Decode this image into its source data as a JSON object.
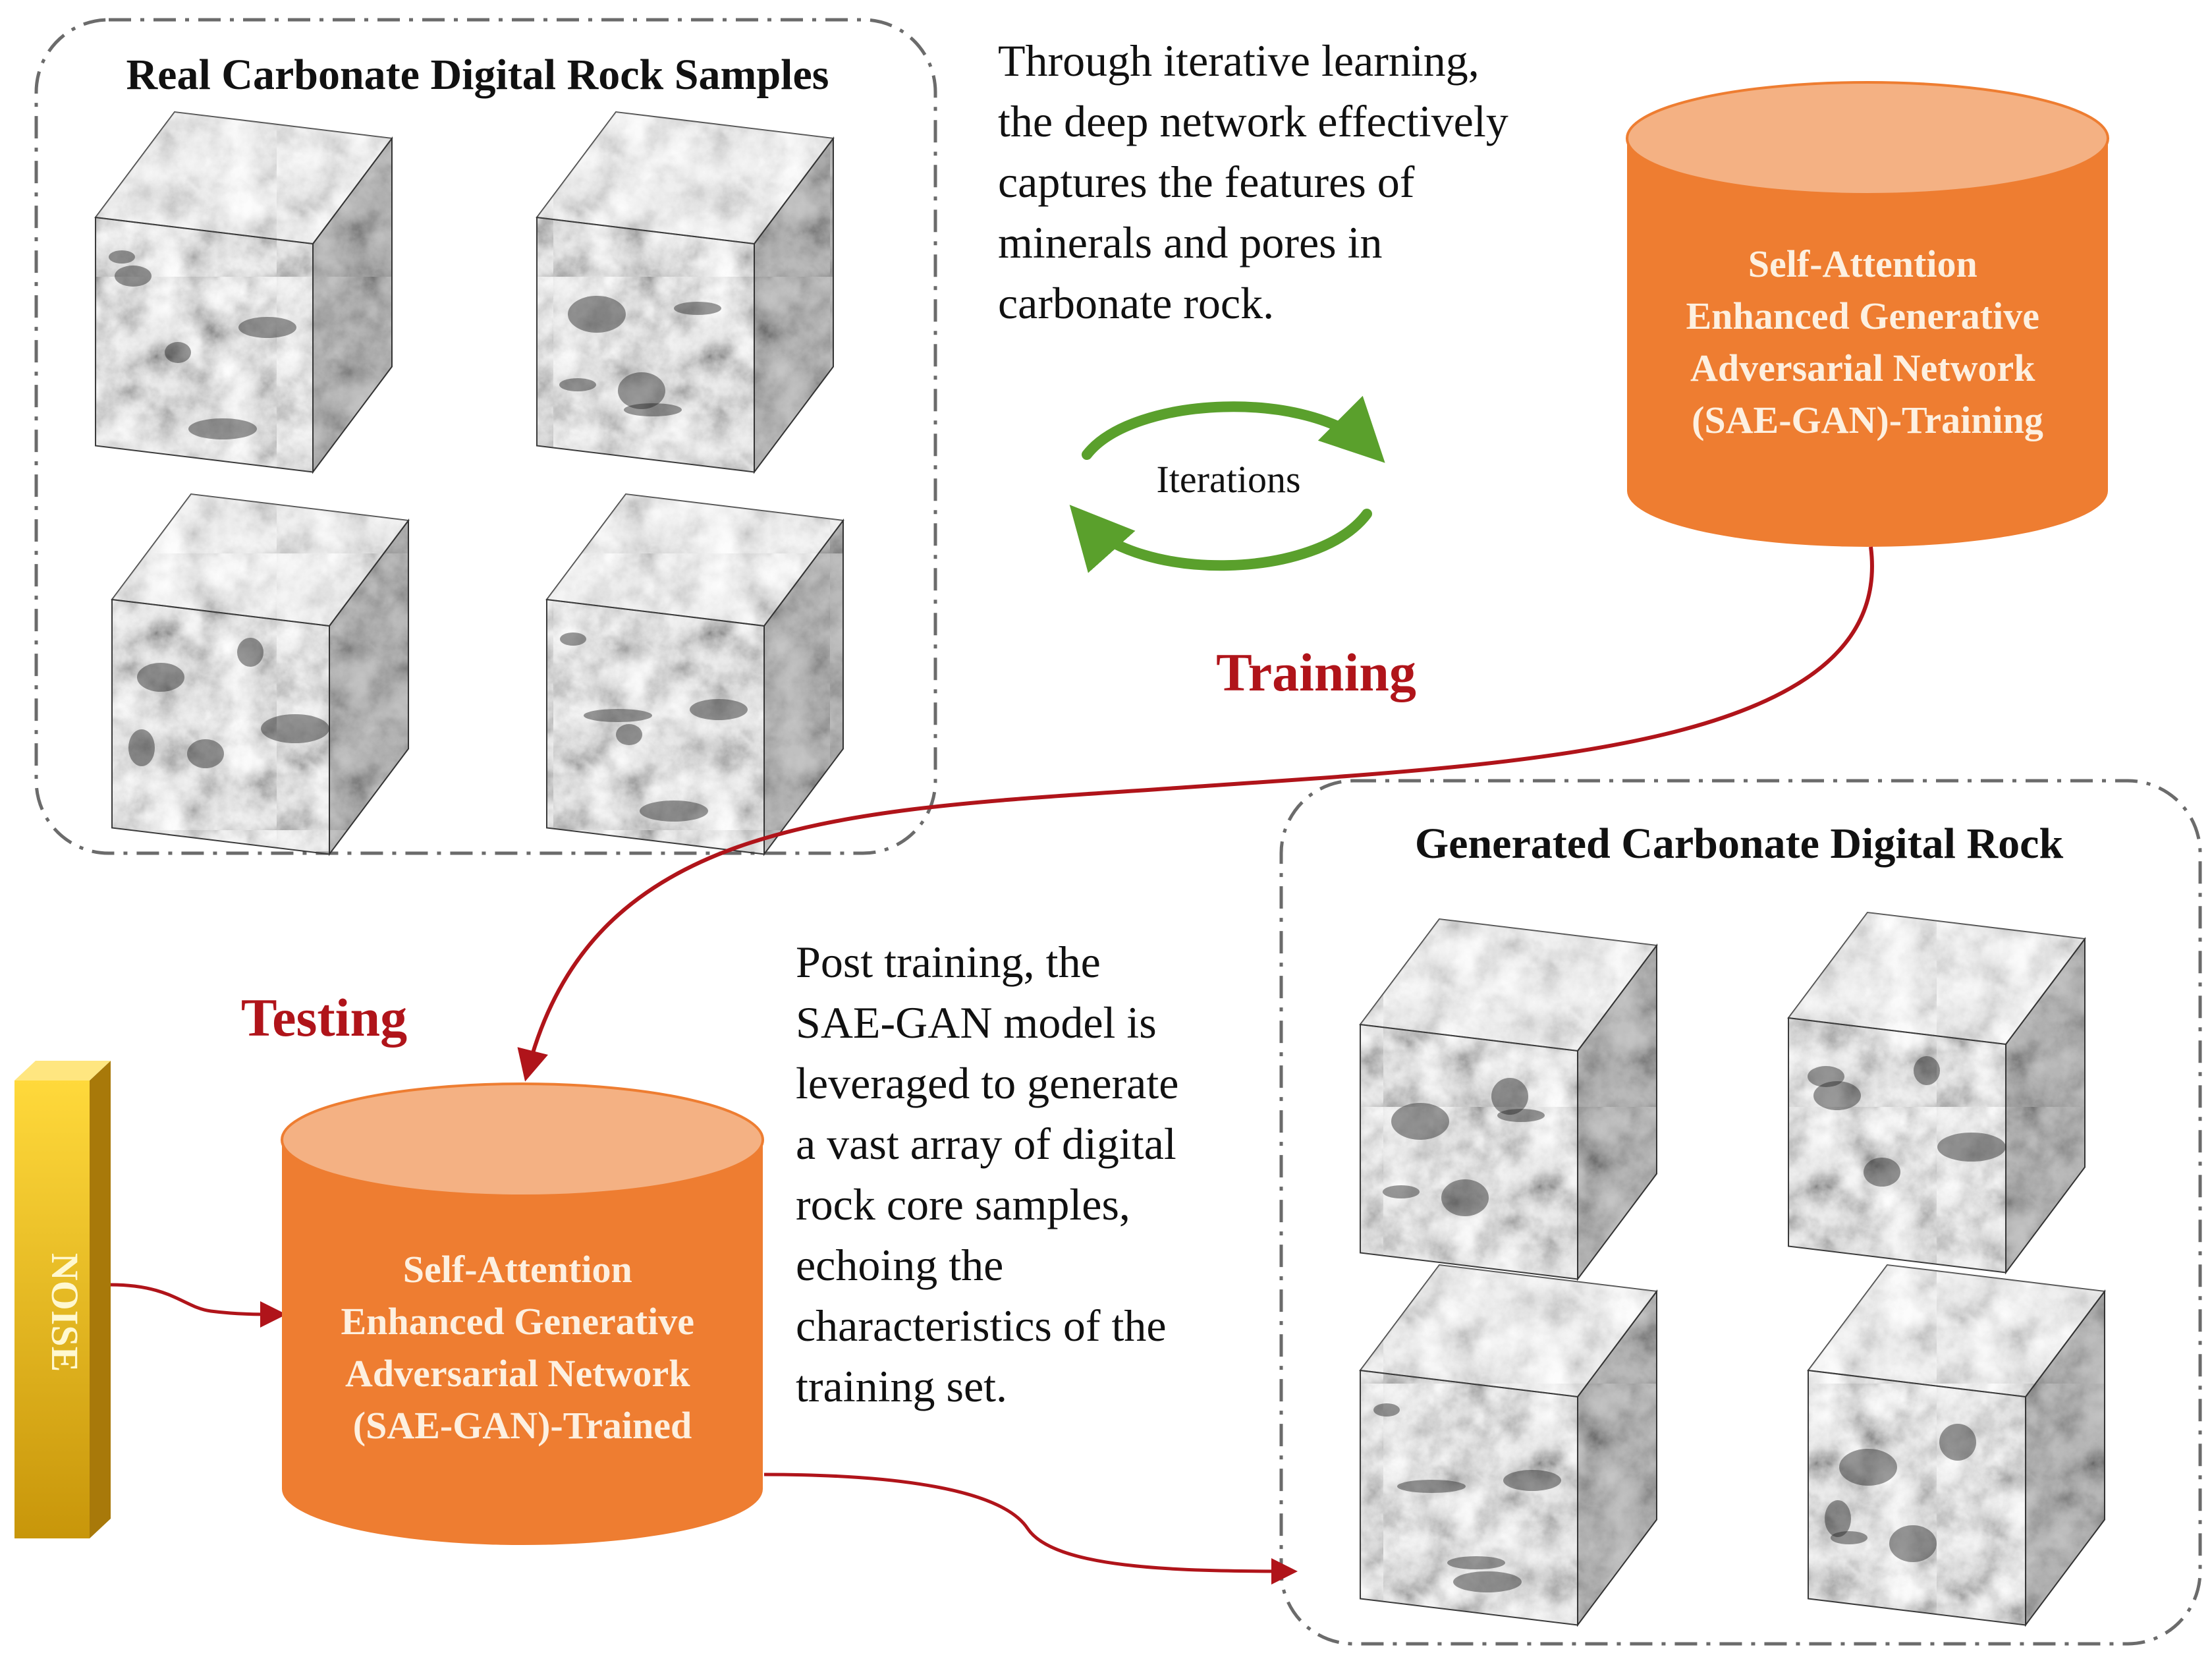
{
  "real_samples": {
    "title": "Real Carbonate Digital Rock Samples"
  },
  "generated": {
    "title": "Generated Carbonate Digital Rock"
  },
  "training_description": [
    "Through iterative learning,",
    "the deep network effectively",
    "captures the features of",
    "minerals and pores in",
    "carbonate rock."
  ],
  "testing_description": [
    "Post training, the",
    "SAE-GAN model is",
    "leveraged to generate",
    "a vast array of digital",
    "rock core samples,",
    "echoing the",
    "characteristics of the",
    "training set."
  ],
  "iterations_label": "Iterations",
  "training_model": {
    "lines": [
      "Self-Attention",
      "Enhanced Generative",
      "Adversarial Network",
      "(SAE-GAN)-Training"
    ]
  },
  "trained_model": {
    "lines": [
      "Self-Attention",
      "Enhanced Generative",
      "Adversarial Network",
      "(SAE-GAN)-Trained"
    ]
  },
  "stage_labels": {
    "training": "Training",
    "testing": "Testing"
  },
  "noise_label": "NOISE",
  "colors": {
    "cylinder_body": "#ee7d31",
    "cylinder_top": "#f4b183",
    "stage_label": "#b0141a",
    "arrow": "#b0141a",
    "cycle_arrow": "#5aa02c",
    "noise_bar": "#f2c012",
    "dashed_border": "#6b6b6b",
    "rock_gray": "#6e6e6e"
  },
  "icons": {
    "cycle": "circular-arrows-icon",
    "rock": "rock-cube-icon",
    "database": "cylinder-database-icon"
  }
}
